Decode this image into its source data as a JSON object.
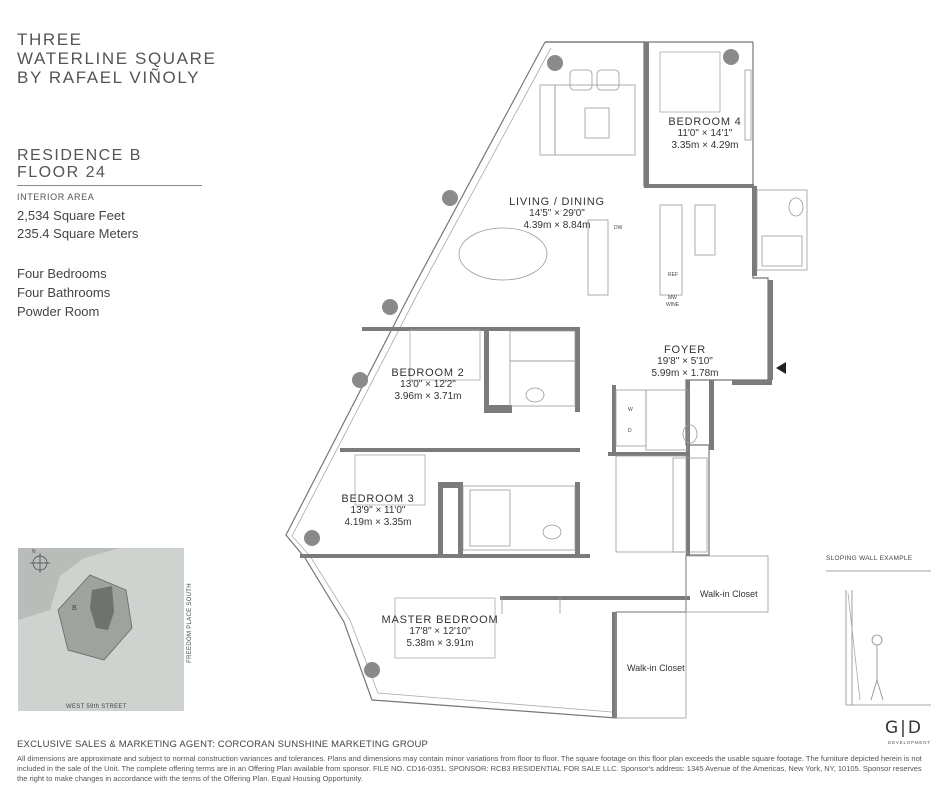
{
  "brand": {
    "line1": "THREE",
    "line2": "WATERLINE SQUARE",
    "line3": "BY RAFAEL VIÑOLY"
  },
  "residence": {
    "name": "RESIDENCE B",
    "floor": "FLOOR 24",
    "area_label": "INTERIOR AREA",
    "area_sqft": "2,534 Square Feet",
    "area_sqm": "235.4 Square Meters",
    "features": [
      "Four Bedrooms",
      "Four Bathrooms",
      "Powder Room"
    ]
  },
  "rooms": {
    "living": {
      "name": "LIVING / DINING",
      "imperial": "14'5\" × 29'0\"",
      "metric": "4.39m × 8.84m"
    },
    "bedroom4": {
      "name": "BEDROOM 4",
      "imperial": "11'0\" × 14'1\"",
      "metric": "3.35m × 4.29m"
    },
    "bedroom2": {
      "name": "BEDROOM 2",
      "imperial": "13'0\" × 12'2\"",
      "metric": "3.96m × 3.71m"
    },
    "foyer": {
      "name": "FOYER",
      "imperial": "19'8\" × 5'10\"",
      "metric": "5.99m × 1.78m"
    },
    "bedroom3": {
      "name": "BEDROOM 3",
      "imperial": "13'9\" × 11'0\"",
      "metric": "4.19m × 3.35m"
    },
    "master": {
      "name": "MASTER BEDROOM",
      "imperial": "17'8\" × 12'10\"",
      "metric": "5.38m × 3.91m"
    }
  },
  "appliances": {
    "dw": "DW",
    "ref": "REF",
    "mw": "MW",
    "wine": "WINE",
    "w": "W",
    "d": "D"
  },
  "closets": {
    "walkin1": "Walk-in Closet",
    "walkin2": "Walk-in Closet"
  },
  "keyplan": {
    "street_south": "WEST 59th STREET",
    "street_east": "FREEDOM PLACE SOUTH",
    "unit": "B",
    "north": "N"
  },
  "sloping_label": "SLOPING WALL EXAMPLE",
  "logo": {
    "mark": "G|D",
    "sub": "DEVELOPMENT"
  },
  "agent": "EXCLUSIVE SALES & MARKETING AGENT: CORCORAN SUNSHINE MARKETING GROUP",
  "disclaimer": "All dimensions are approximate and subject to normal construction variances and tolerances. Plans and dimensions may contain minor variations from floor to floor. The square footage on this floor plan exceeds the usable square footage. The furniture depicted herein is not included in the sale of the Unit. The complete offering terms are in an Offering Plan available from sponsor. FILE NO. CD16-0351. SPONSOR: RCB3 RESIDENTIAL FOR SALE LLC. Sponsor's address: 1345 Avenue of the Americas, New York, NY, 10105. Sponsor reserves the right to make changes in accordance with the terms of the Offering Plan. Equal Housing Opportunity.",
  "colors": {
    "wall": "#5a5a5a",
    "wall_fill": "#7b7b7b",
    "line": "#9a9a9a",
    "keyplan_bg": "#cfd3cf"
  }
}
